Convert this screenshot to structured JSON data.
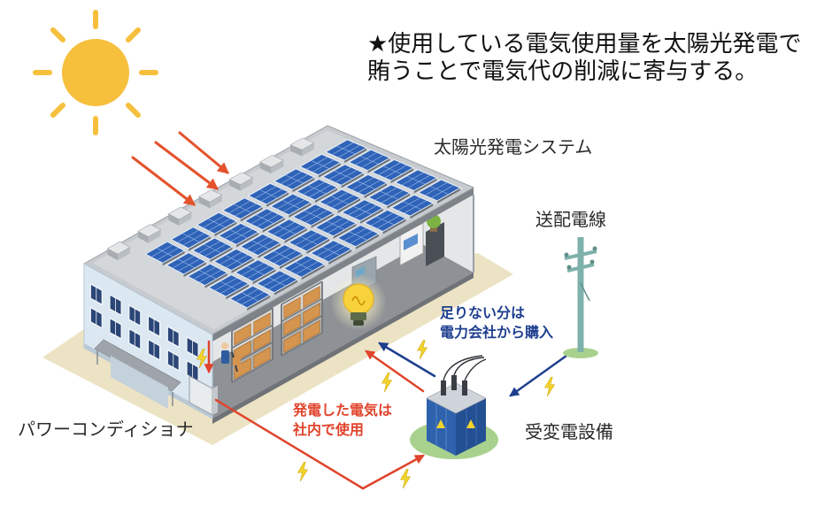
{
  "caption": {
    "line1": "★使用している電気使用量を太陽光発電で",
    "line2": "賄うことで電気代の削減に寄与する。"
  },
  "labels": {
    "solar_system": "太陽光発電システム",
    "power_line": "送配電線",
    "purchase": {
      "line1": "足りない分は",
      "line2": "電力会社から購入"
    },
    "self_use": {
      "line1": "発電した電気は",
      "line2": "社内で使用"
    },
    "substation": "受変電設備",
    "power_conditioner": "パワーコンディショナ"
  },
  "colors": {
    "sun": "#F6BF3C",
    "sunlight_arrow": "#E4532C",
    "purchase": "#1E3F8F",
    "self_use": "#E0442C",
    "panel": "#2F63B8",
    "bolt": "#F3D42E",
    "pole": "#7FB1AB",
    "ground_green": "#A9D18E"
  },
  "icons": {
    "sun": "sun-icon",
    "bulb": "light-bulb-icon",
    "bolt": "lightning-bolt-icon",
    "pole": "utility-pole-icon",
    "transformer": "transformer-icon"
  }
}
